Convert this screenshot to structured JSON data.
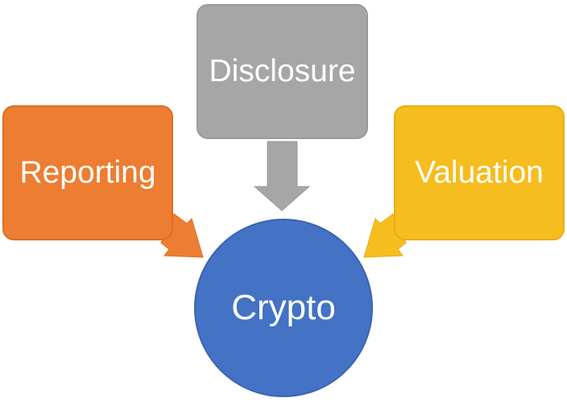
{
  "diagram": {
    "center": {
      "label": "Crypto"
    },
    "inputs": [
      {
        "id": "disclosure",
        "label": "Disclosure"
      },
      {
        "id": "reporting",
        "label": "Reporting"
      },
      {
        "id": "valuation",
        "label": "Valuation"
      }
    ]
  },
  "colors": {
    "disclosure": "#a6a6a6",
    "reporting": "#ed7d31",
    "valuation": "#f6bd1e",
    "crypto": "#4472c4"
  }
}
